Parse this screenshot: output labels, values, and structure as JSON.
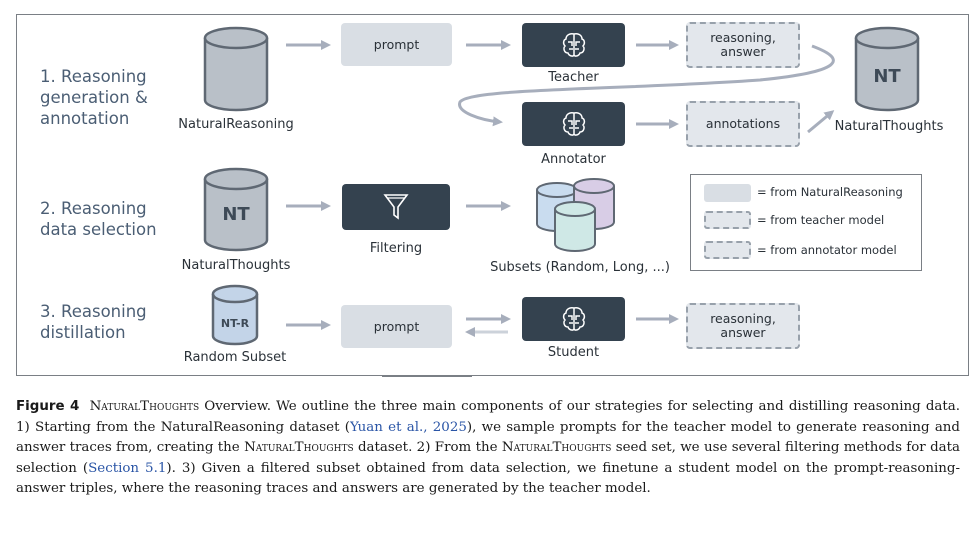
{
  "stages": [
    {
      "line1": "1. Reasoning",
      "line2": "generation &",
      "line3": "annotation"
    },
    {
      "line1": "2. Reasoning",
      "line2": "data selection"
    },
    {
      "line1": "3. Reasoning",
      "line2": "distillation"
    }
  ],
  "row1": {
    "source_db_label": "NaturalReasoning",
    "prompt_label": "prompt",
    "teacher_label": "Teacher",
    "teacher_output": "reasoning, answer",
    "annotator_label": "Annotator",
    "annotator_output": "annotations",
    "nt_db_text": "NT",
    "nt_db_label": "NaturalThoughts"
  },
  "row2": {
    "nt_db_text": "NT",
    "nt_db_label": "NaturalThoughts",
    "filter_label": "Filtering",
    "subsets_label": "Subsets (Random, Long, ...)"
  },
  "row3": {
    "ntr_text": "NT-R",
    "ntr_label": "Random Subset",
    "prompt_label": "prompt",
    "student_label": "Student",
    "student_output": "reasoning, answer"
  },
  "legend": {
    "items": [
      {
        "style": "solid",
        "text": "= from NaturalReasoning"
      },
      {
        "style": "dashed",
        "text": "= from teacher model"
      },
      {
        "style": "dashed",
        "text": "= from annotator model"
      }
    ]
  },
  "caption": {
    "fig_label": "Figure 4",
    "title_sc": "NaturalThoughts",
    "t1": " Overview. We outline the three main components of our strategies for selecting and distilling reasoning data. 1) Starting from the NaturalReasoning dataset (",
    "cite1": "Yuan et al., 2025",
    "t2": "), we sample prompts for the teacher model to generate reasoning and answer traces from, creating the ",
    "sc2": "NaturalThoughts",
    "t3": " dataset. 2) From the ",
    "sc3": "NaturalThoughts",
    "t4": " seed set, we use several filtering methods for data selection (",
    "cite2": "Section 5.1",
    "t5": "). 3) Given a filtered subset obtained from data selection, we finetune a student model on the prompt-reasoning-answer triples, where the reasoning traces and answers are generated by the teacher model."
  },
  "colors": {
    "db_fill": "#b9c0c8",
    "db_stroke": "#5f6873",
    "ntr_fill": "#c3d4e8",
    "subset_blue": "#c9dcef",
    "subset_purple": "#d8cde6",
    "subset_teal": "#cfe8e6",
    "arrow": "#a7aebc",
    "dark_box": "#34424f"
  }
}
